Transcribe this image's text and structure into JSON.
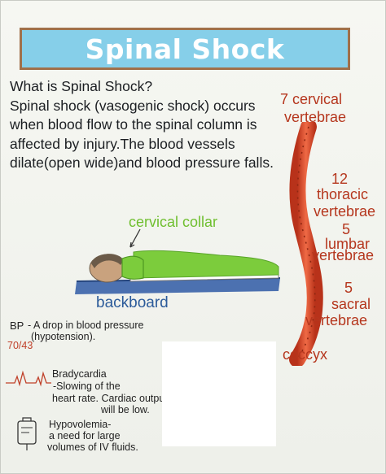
{
  "title": "Spinal Shock",
  "intro": {
    "question": "What is Spinal Shock?",
    "body": "Spinal shock (vasogenic shock) occurs when blood flow to the spinal column is affected by injury.The blood vessels dilate(open wide)and blood pressure falls."
  },
  "labels": {
    "cervical_collar": "cervical collar",
    "backboard": "backboard",
    "cervical_count": "7 cervical",
    "cervical_word": "vertebrae",
    "thoracic_count": "12",
    "thoracic_name": "thoracic",
    "thoracic_word": "vertebrae",
    "lumbar_count": "5",
    "lumbar_name": "lumbar",
    "lumbar_word": "vertebrae",
    "sacral_count": "5",
    "sacral_name": "sacral",
    "sacral_word": "vertebrae",
    "coccyx": "coccyx"
  },
  "signs": {
    "bp_label": "BP",
    "bp_text_1": "- A drop in blood pressure",
    "bp_text_2": "(hypotension).",
    "bp_value": "70/43",
    "brady_1": "Bradycardia",
    "brady_2": "-Slowing of the",
    "brady_3": "heart rate. Cardiac output",
    "brady_4": "will be low.",
    "hypo_1": "Hypovolemia-",
    "hypo_2": "a need for large",
    "hypo_3": "volumes of IV fluids."
  },
  "colors": {
    "title_bg": "#86cfe9",
    "title_border": "#a0704a",
    "spine": "#d8482a",
    "collar": "#6fbf2f",
    "backboard": "#3a63a8",
    "label_red": "#b5361d"
  }
}
